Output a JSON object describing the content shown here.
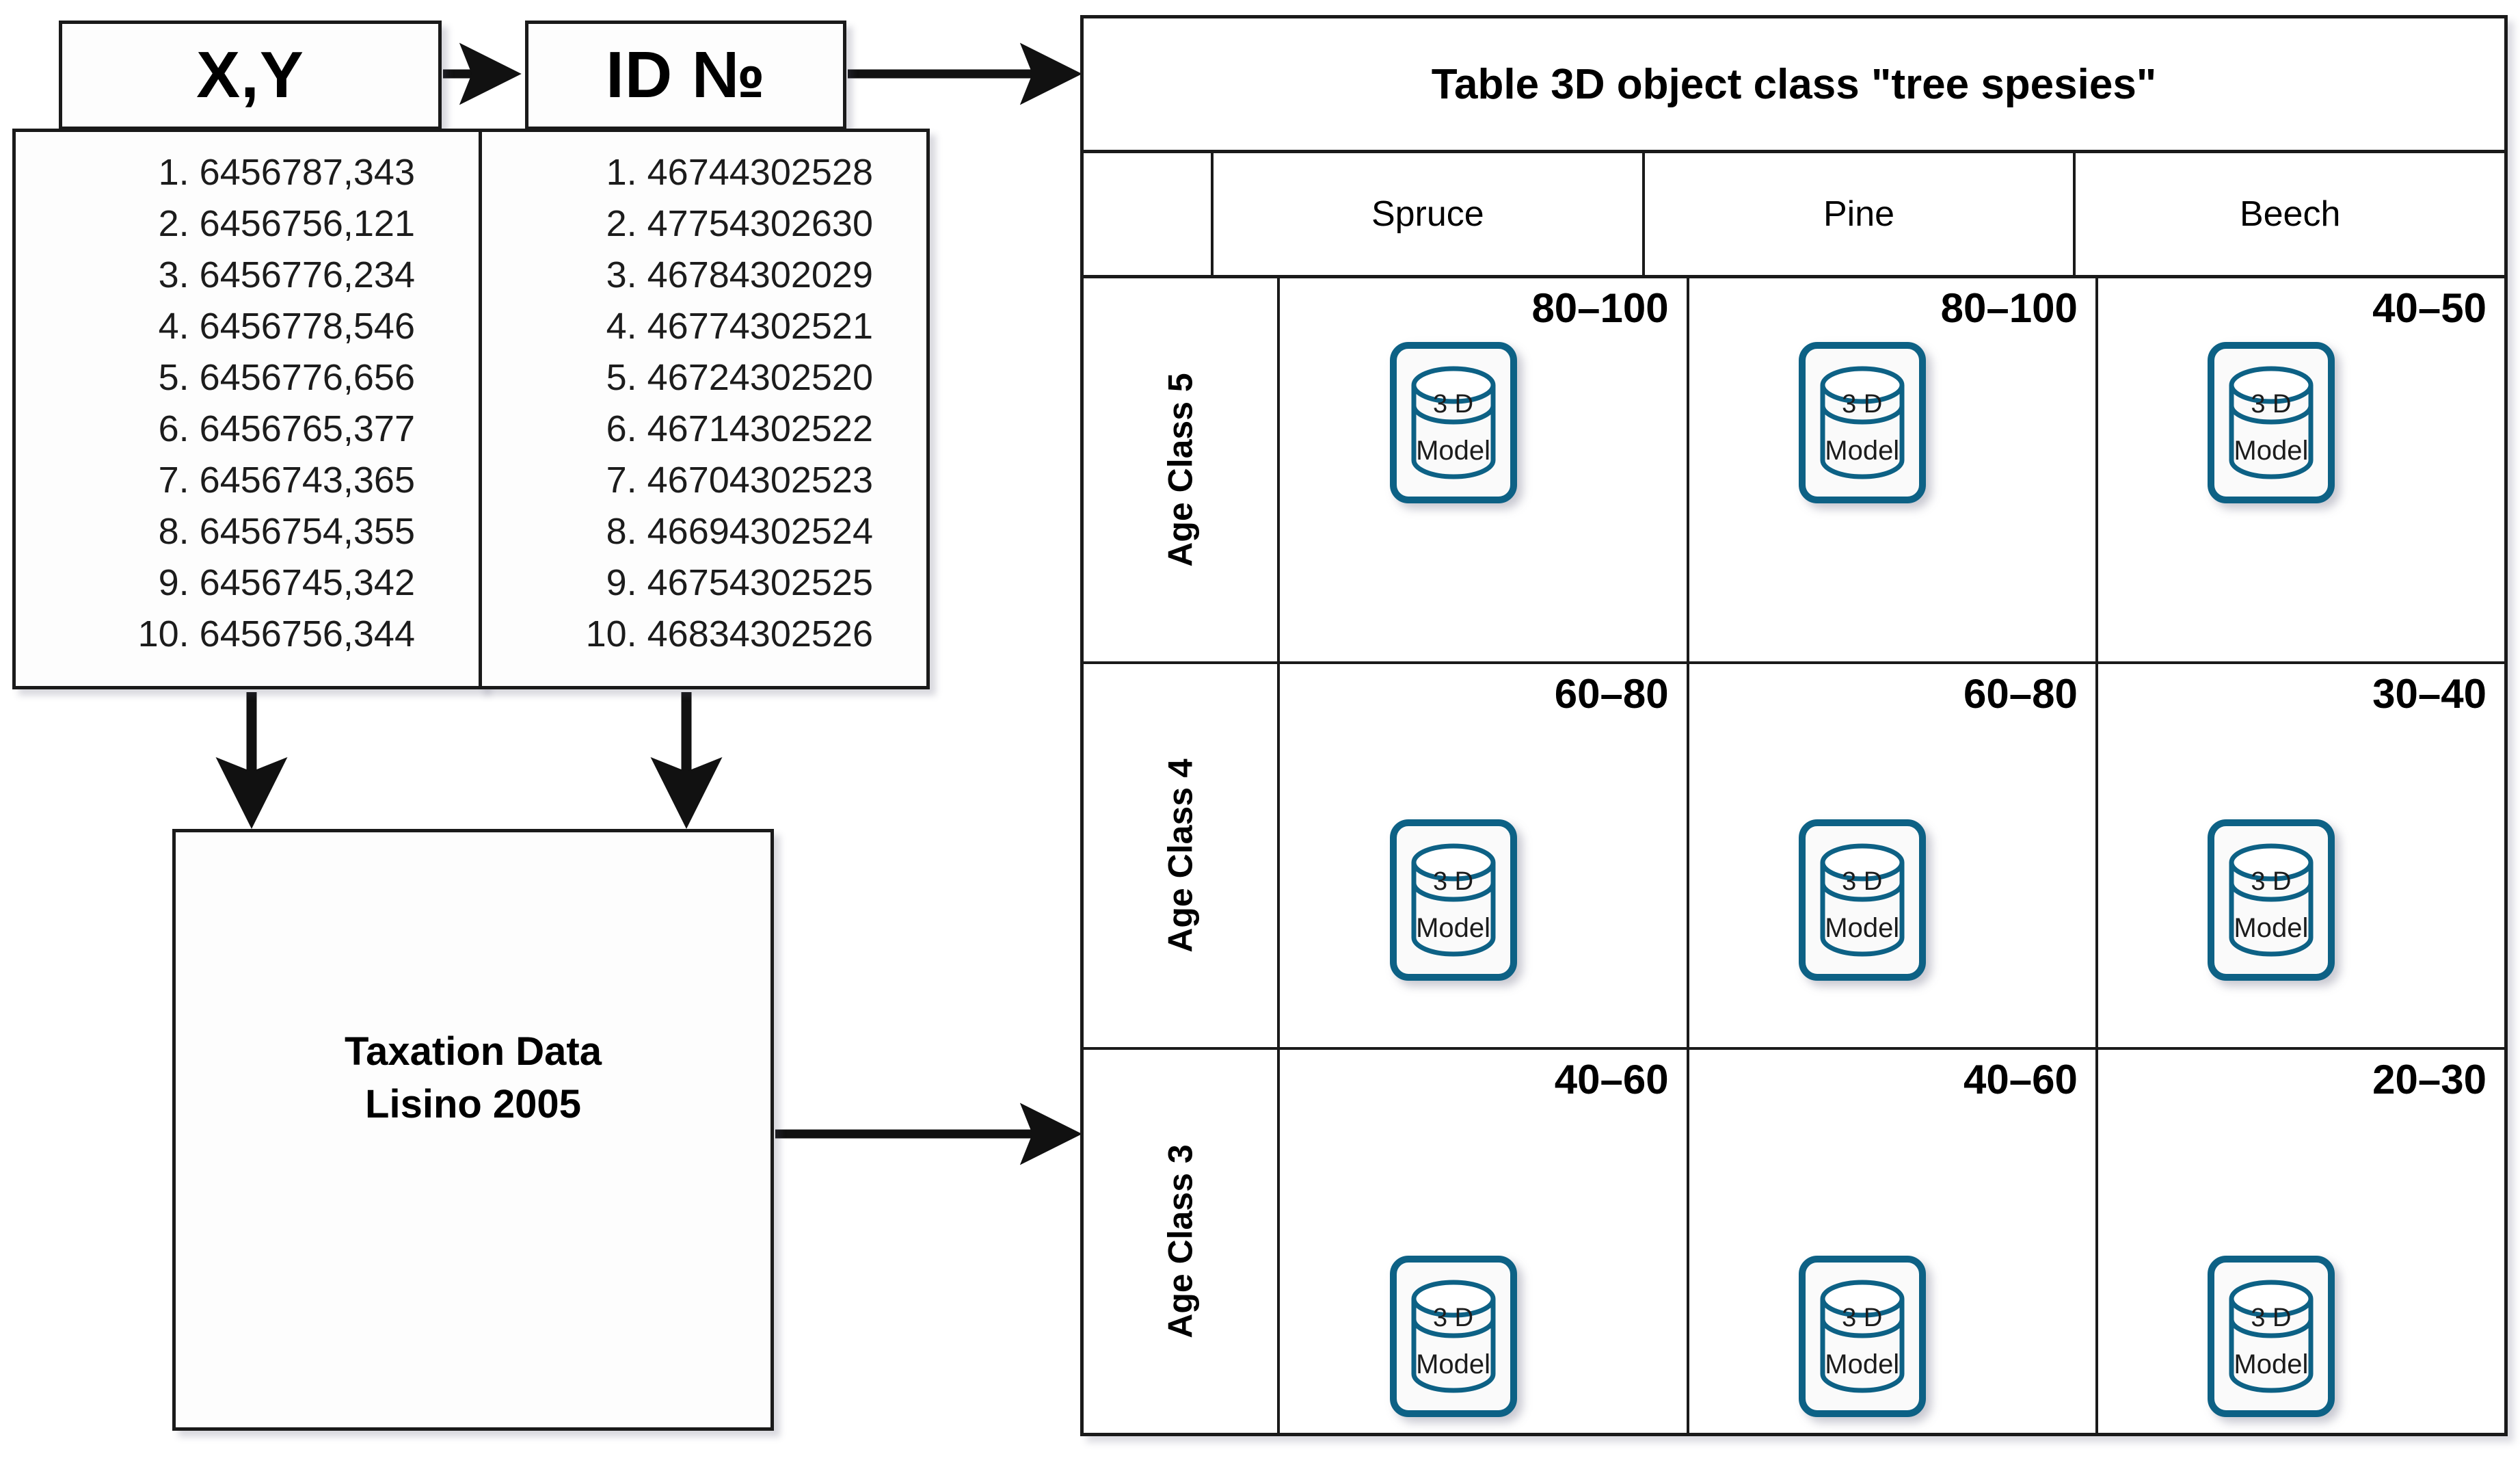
{
  "colors": {
    "outline": "#1a1a1a",
    "model_accent": "#0d6185",
    "panel_bg": "#fdfdfd"
  },
  "left_flow": {
    "xy_box": {
      "label": "X,Y"
    },
    "id_box": {
      "label": "ID №"
    },
    "xy_list": {
      "items": [
        "1. 6456787,343",
        "2. 6456756,121",
        "3. 6456776,234",
        "4. 6456778,546",
        "5. 6456776,656",
        "6. 6456765,377",
        "7. 6456743,365",
        "8. 6456754,355",
        "9. 6456745,342",
        "10. 6456756,344"
      ]
    },
    "id_list": {
      "items": [
        "1. 46744302528",
        "2. 47754302630",
        "3. 46784302029",
        "4. 46774302521",
        "5. 46724302520",
        "6. 46714302522",
        "7. 46704302523",
        "8. 46694302524",
        "9. 46754302525",
        "10. 46834302526"
      ]
    },
    "taxation_box": {
      "label": "Taxation Data\nLisino 2005"
    }
  },
  "table": {
    "title": "Table 3D object class \"tree spesies\"",
    "column_headers": [
      "Spruce",
      "Pine",
      "Beech"
    ],
    "row_labels": [
      "Age Class 5",
      "Age Class 4",
      "Age Class 3"
    ],
    "rows": [
      {
        "label": "Age Class 5",
        "cells": [
          {
            "age_range": "80–100",
            "icon_top": "3 D",
            "icon_bottom": "Model"
          },
          {
            "age_range": "80–100",
            "icon_top": "3 D",
            "icon_bottom": "Model"
          },
          {
            "age_range": "40–50",
            "icon_top": "3 D",
            "icon_bottom": "Model"
          }
        ]
      },
      {
        "label": "Age Class 4",
        "cells": [
          {
            "age_range": "60–80",
            "icon_top": "3 D",
            "icon_bottom": "Model"
          },
          {
            "age_range": "60–80",
            "icon_top": "3 D",
            "icon_bottom": "Model"
          },
          {
            "age_range": "30–40",
            "icon_top": "3 D",
            "icon_bottom": "Model"
          }
        ]
      },
      {
        "label": "Age Class 3",
        "cells": [
          {
            "age_range": "40–60",
            "icon_top": "3 D",
            "icon_bottom": "Model"
          },
          {
            "age_range": "40–60",
            "icon_top": "3 D",
            "icon_bottom": "Model"
          },
          {
            "age_range": "20–30",
            "icon_top": "3 D",
            "icon_bottom": "Model"
          }
        ]
      }
    ]
  }
}
